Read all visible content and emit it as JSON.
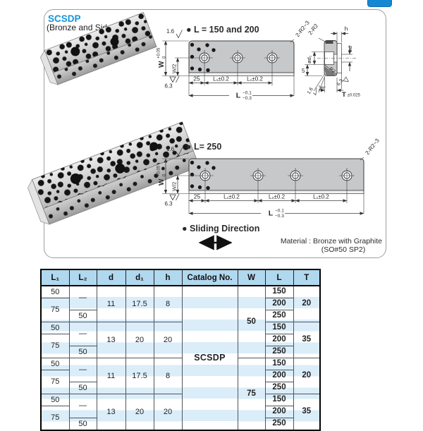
{
  "accent": {
    "blue": "#1a96d5",
    "tab_blue": "#1687d3",
    "header_bg": "#b0d8ef",
    "stripe": "#daedf9"
  },
  "header": {
    "title": "SCSDP",
    "subtitle": "(Bronze and Side Type)"
  },
  "drawing": {
    "view1": {
      "label": "● L = 150 and 200",
      "corner_note": "2-R2~3",
      "dim_25": "25",
      "dim_a": "L₁±0.2",
      "dim_b": "L₁±0.2",
      "len_letter": "L",
      "len_tol_top": "−0.1",
      "len_tol_bot": "−0.3"
    },
    "view2": {
      "label": "● L= 250",
      "corner_note": "2-R2~3",
      "dim_25": "25",
      "dim_a": "L₁±0.2",
      "dim_b": "L₂±0.2",
      "dim_c": "L₁±0.2",
      "len_letter": "L",
      "len_tol_top": "−0.1",
      "len_tol_bot": "−0.3"
    },
    "side": {
      "rough_fine": "1.6",
      "rough_coarse": "6.3",
      "width_letter": "W",
      "width_tol_top": "+0.05",
      "width_tol_bot": "0",
      "half_width": "W/2"
    },
    "section": {
      "corner_note": "2-R2",
      "lip_height": "h",
      "bore_dia": "ød",
      "cbore_dia": "ød₁",
      "depth": "5",
      "fillet": "R2",
      "bevel_angle": "30°",
      "rough_fine": "1.6",
      "rough_coarse": "6.3",
      "thickness_letter": "T",
      "thickness_tol": "±0.025"
    },
    "sliding_label": "● Sliding Direction",
    "material_line1": "Material : Bronze with Graphite",
    "material_line2": "(SO#50 SP2)"
  },
  "table": {
    "headers": [
      "L₁",
      "L₂",
      "d",
      "d₁",
      "h",
      "Catalog No.",
      "W",
      "L",
      "T"
    ],
    "catalog_no": "SCSDP",
    "groups": [
      {
        "w": "50",
        "blocks": [
          {
            "l1_a": "50",
            "l1_b": "75",
            "l2_dash": "—",
            "l2_b": "50",
            "d": "11",
            "d1": "17.5",
            "h": "8",
            "t": "20",
            "L_150": "150",
            "L_200": "200",
            "L_250": "250"
          },
          {
            "l1_a": "50",
            "l1_b": "75",
            "l2_dash": "—",
            "l2_b": "50",
            "d": "13",
            "d1": "20",
            "h": "20",
            "t": "35",
            "L_150": "150",
            "L_200": "200",
            "L_250": "250"
          }
        ]
      },
      {
        "w": "75",
        "blocks": [
          {
            "l1_a": "50",
            "l1_b": "75",
            "l2_dash": "—",
            "l2_b": "50",
            "d": "11",
            "d1": "17.5",
            "h": "8",
            "t": "20",
            "L_150": "150",
            "L_200": "200",
            "L_250": "250"
          },
          {
            "l1_a": "50",
            "l1_b": "75",
            "l2_dash": "—",
            "l2_b": "50",
            "d": "13",
            "d1": "20",
            "h": "20",
            "t": "35",
            "L_150": "150",
            "L_200": "200",
            "L_250": "250"
          }
        ]
      }
    ]
  }
}
